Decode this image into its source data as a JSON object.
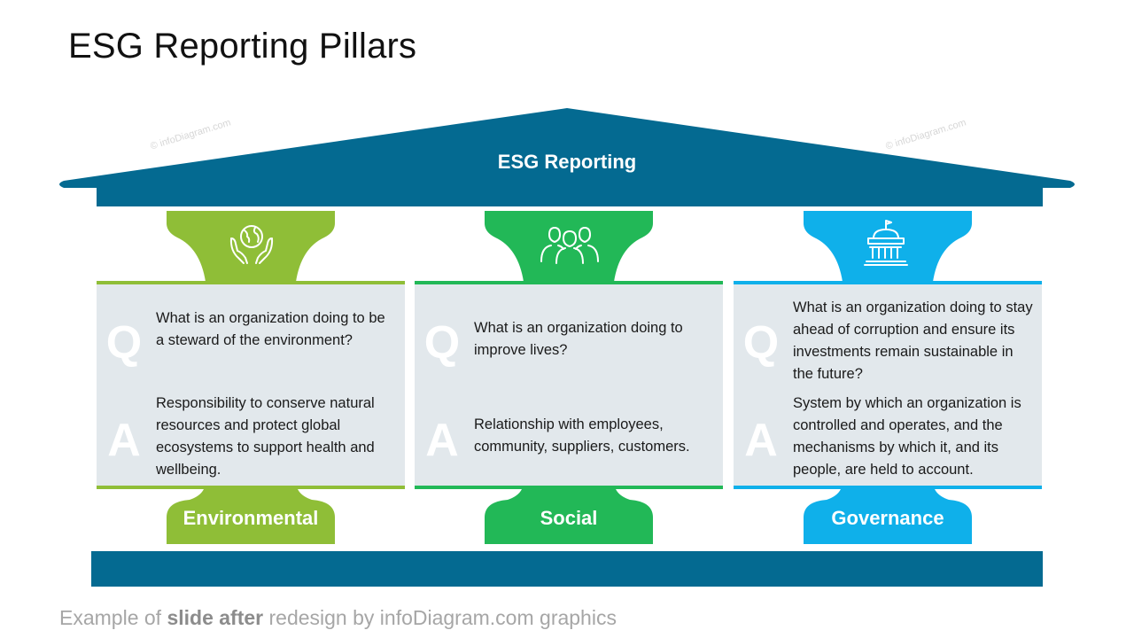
{
  "slide": {
    "title": "ESG Reporting Pillars",
    "roof_label": "ESG Reporting",
    "watermark": "© infoDiagram.com",
    "footer": {
      "prefix": "Example of ",
      "bold": "slide after",
      "suffix": " redesign by infoDiagram.com graphics"
    }
  },
  "colors": {
    "roof": "#046a91",
    "environmental": "#8fbe37",
    "social": "#22b857",
    "governance": "#0fb0ea",
    "panel_bg": "#e2e8ec"
  },
  "pillars": [
    {
      "label": "Environmental",
      "icon": "globe-in-hands-icon",
      "q_letter": "Q",
      "a_letter": "A",
      "question": "What is an organization doing to be a steward of the environment?",
      "answer": "Responsibility to conserve natural resources and protect global ecosystems to support health and wellbeing."
    },
    {
      "label": "Social",
      "icon": "people-group-icon",
      "q_letter": "Q",
      "a_letter": "A",
      "question": "What is an organization doing to improve lives?",
      "answer": "Relationship with employees, community, suppliers, customers."
    },
    {
      "label": "Governance",
      "icon": "government-building-icon",
      "q_letter": "Q",
      "a_letter": "A",
      "question": "What is an organization doing to stay ahead of corruption and ensure its investments remain sustainable in the future?",
      "answer": "System by which an organization is controlled and operates, and the mechanisms by which it, and its people, are held to account."
    }
  ]
}
